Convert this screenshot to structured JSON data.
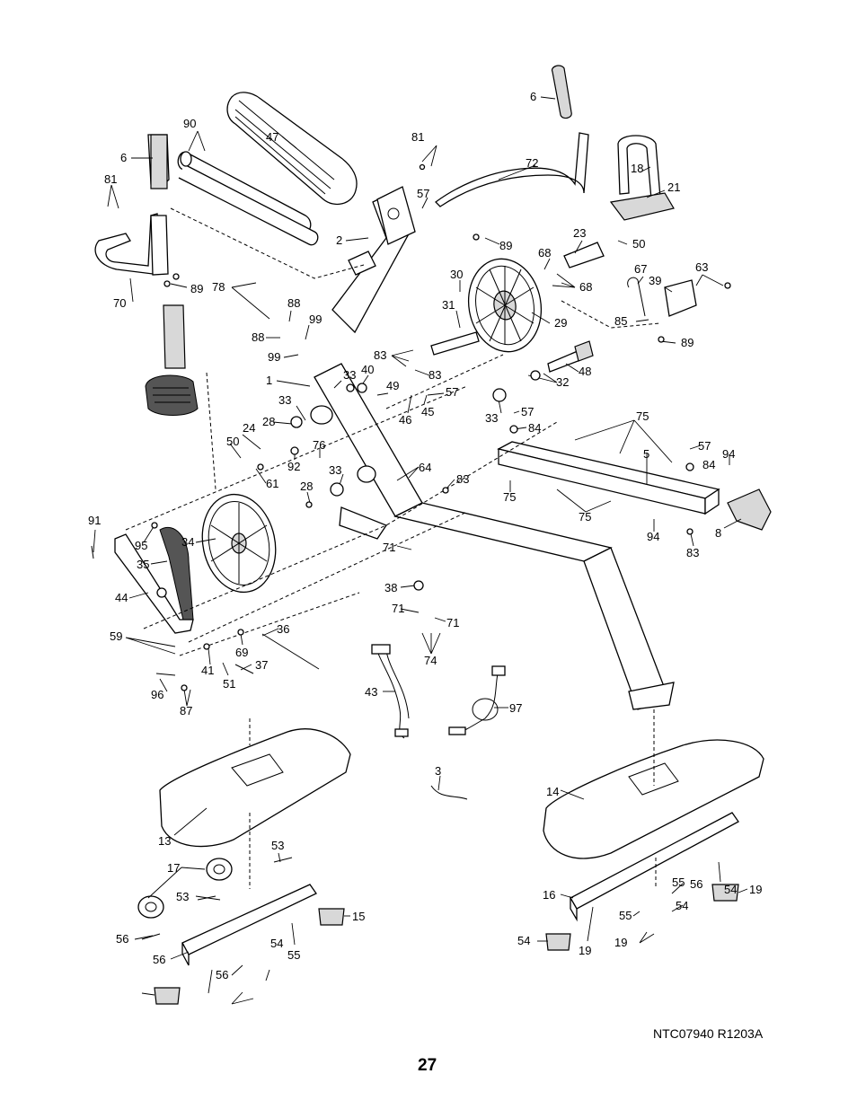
{
  "footer": {
    "document_code": "NTC07940 R1203A",
    "page_number": "27"
  },
  "labels": [
    "6",
    "90",
    "47",
    "81",
    "6",
    "81",
    "72",
    "57",
    "18",
    "21",
    "2",
    "23",
    "89",
    "50",
    "70",
    "89",
    "68",
    "63",
    "78",
    "88",
    "30",
    "67",
    "39",
    "99",
    "68",
    "88",
    "31",
    "29",
    "85",
    "89",
    "99",
    "83",
    "48",
    "1",
    "33",
    "40",
    "83",
    "57",
    "32",
    "33",
    "49",
    "45",
    "46",
    "28",
    "33",
    "57",
    "84",
    "24",
    "50",
    "92",
    "76",
    "75",
    "61",
    "94",
    "57",
    "84",
    "5",
    "64",
    "33",
    "28",
    "83",
    "75",
    "75",
    "94",
    "8",
    "83",
    "91",
    "95",
    "71",
    "34",
    "35",
    "38",
    "44",
    "71",
    "71",
    "36",
    "59",
    "69",
    "74",
    "41",
    "37",
    "51",
    "43",
    "97",
    "96",
    "87",
    "3",
    "14",
    "13",
    "53",
    "17",
    "55",
    "56",
    "19",
    "53",
    "16",
    "54",
    "55",
    "54",
    "15",
    "56",
    "56",
    "19",
    "55",
    "54",
    "19",
    "54",
    "56"
  ]
}
